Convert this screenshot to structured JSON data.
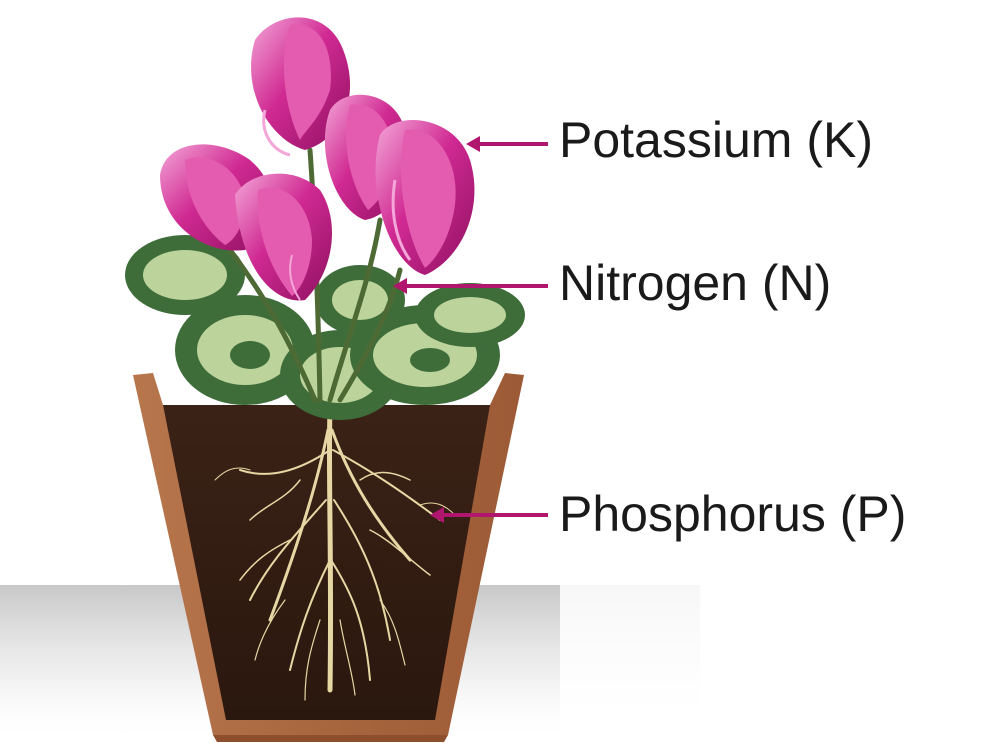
{
  "labels": {
    "potassium": "Potassium (K)",
    "nitrogen": "Nitrogen (N)",
    "phosphorus": "Phosphorus (P)"
  },
  "colors": {
    "arrow": "#b0166e",
    "petal": "#d02a92",
    "petal_light": "#f4a6d8",
    "leaf_dark": "#3f6d3a",
    "leaf_light": "#bcd39c",
    "pot": "#a8663f",
    "soil": "#3b2216",
    "root": "#e6d7a4"
  },
  "icons": {
    "plant": "potted-cyclamen-icon"
  }
}
